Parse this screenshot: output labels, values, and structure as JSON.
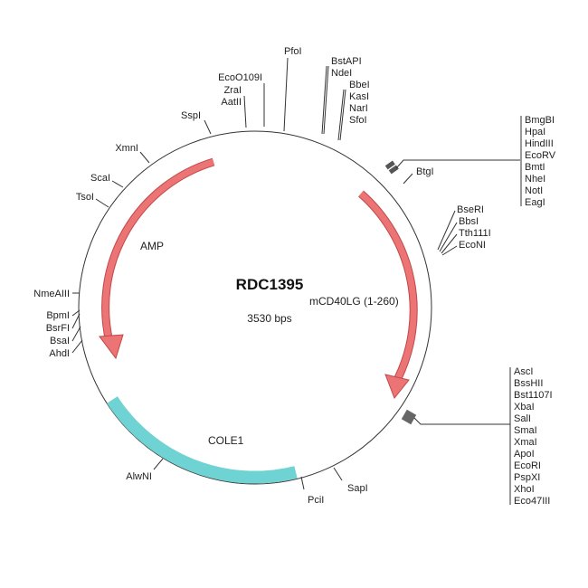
{
  "plasmid": {
    "name": "RDC1395",
    "size": "3530 bps"
  },
  "colors": {
    "circle": "#333333",
    "arrow_fill": "#e86a6a",
    "arrow_stroke": "#c04848",
    "ori_fill": "#6fd3d3"
  },
  "features": {
    "amp": "AMP",
    "insert": "mCD40LG (1-260)",
    "ori": "COLE1"
  },
  "sites": {
    "pfoi": "PfoI",
    "bstapi": "BstAPI",
    "ndei": "NdeI",
    "bbei": "BbeI",
    "kasi": "KasI",
    "nari": "NarI",
    "sfoi": "SfoI",
    "eco0109i": "EcoO109I",
    "zrai": "ZraI",
    "aatii": "AatII",
    "sspi": "SspI",
    "xmni": "XmnI",
    "scai": "ScaI",
    "tsoi": "TsoI",
    "nmeaiii": "NmeAIII",
    "bpmi": "BpmI",
    "bsrfi": "BsrFI",
    "bsai": "BsaI",
    "ahdi": "AhdI",
    "alwni": "AlwNI",
    "pcii": "PciI",
    "sapi": "SapI",
    "btgi": "BtgI",
    "bseri": "BseRI",
    "bbsi": "BbsI",
    "tth111i": "Tth111I",
    "econi": "EcoNI"
  },
  "mcs1": [
    "BmgBI",
    "HpaI",
    "HindIII",
    "EcoRV",
    "BmtI",
    "NheI",
    "NotI",
    "EagI"
  ],
  "mcs2": [
    "AscI",
    "BssHII",
    "Bst1107I",
    "XbaI",
    "SalI",
    "SmaI",
    "XmaI",
    "ApoI",
    "EcoRI",
    "PspXI",
    "XhoI",
    "Eco47III"
  ]
}
